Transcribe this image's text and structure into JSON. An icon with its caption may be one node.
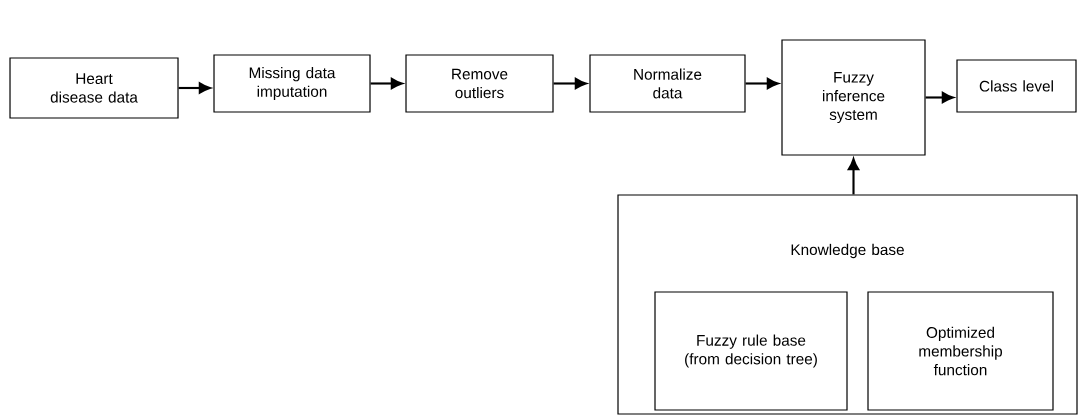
{
  "diagram": {
    "nodes": [
      {
        "text": [
          "Heart disease data"
        ]
      },
      {
        "text": [
          "Missing data imputation"
        ]
      },
      {
        "text": [
          "Remove outliers"
        ]
      },
      {
        "text": [
          "Normalize data"
        ]
      },
      {
        "text": [
          "Fuzzy inference system"
        ]
      },
      {
        "text": [
          "Class level"
        ]
      },
      {
        "text": [
          "Knowledge base"
        ]
      },
      {
        "text": [
          "Fuzzy rule base (from decision tree)"
        ],
        "in": 6
      },
      {
        "text": [
          "Optimized membership function"
        ],
        "in": 6
      }
    ],
    "edges": [
      {
        "from": 0,
        "to": 1,
        "arrow": "to"
      },
      {
        "from": 1,
        "to": 2,
        "arrow": "to"
      },
      {
        "from": 2,
        "to": 3,
        "arrow": "to"
      },
      {
        "from": 3,
        "to": 4,
        "arrow": "to"
      },
      {
        "from": 4,
        "to": 5,
        "arrow": "to"
      },
      {
        "from": 6,
        "to": 4,
        "arrow": "to"
      }
    ]
  }
}
